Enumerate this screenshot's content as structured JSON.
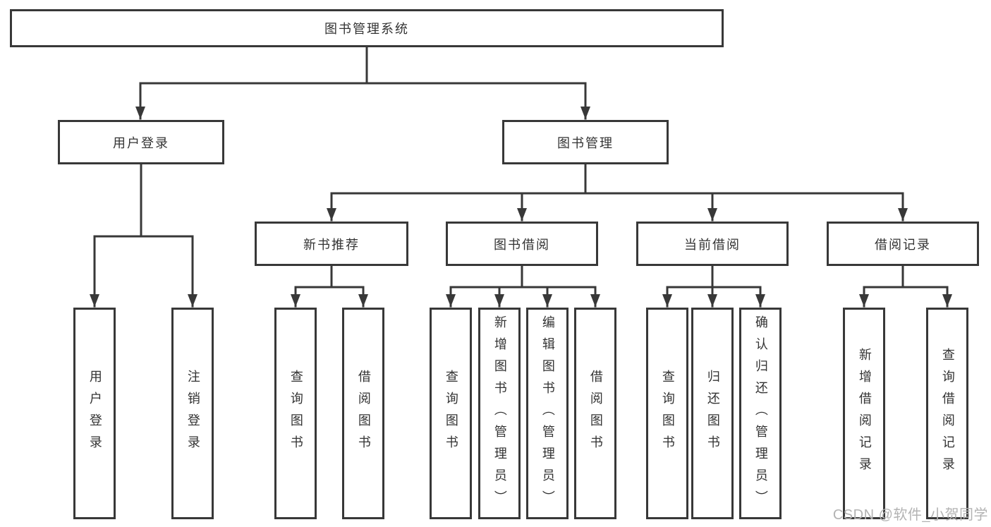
{
  "diagram_title": "图书管理系统",
  "nodes": {
    "root": {
      "label": "图书管理系统"
    },
    "user_login": {
      "label": "用户登录"
    },
    "book_mgmt": {
      "label": "图书管理"
    },
    "new_book_rec": {
      "label": "新书推荐"
    },
    "book_borrow": {
      "label": "图书借阅"
    },
    "current_borrow": {
      "label": "当前借阅"
    },
    "borrow_records": {
      "label": "借阅记录"
    },
    "user_login_leaf": {
      "label": "用户登录"
    },
    "logout_leaf": {
      "label": "注销登录"
    },
    "rec_search_book": {
      "label": "查询图书"
    },
    "rec_borrow_book": {
      "label": "借阅图书"
    },
    "bb_search_book": {
      "label": "查询图书"
    },
    "bb_add_book_admin": {
      "label": "新增图书（管理员）"
    },
    "bb_edit_book_admin": {
      "label": "编辑图书（管理员）"
    },
    "bb_borrow_book": {
      "label": "借阅图书"
    },
    "cb_search_book": {
      "label": "查询图书"
    },
    "cb_return_book": {
      "label": "归还图书"
    },
    "cb_confirm_return_admin": {
      "label": "确认归还（管理员）"
    },
    "br_add_record": {
      "label": "新增借阅记录"
    },
    "br_search_record": {
      "label": "查询借阅记录"
    }
  },
  "structure": {
    "root": [
      "user_login",
      "book_mgmt"
    ],
    "user_login": [
      "user_login_leaf",
      "logout_leaf"
    ],
    "book_mgmt": [
      "new_book_rec",
      "book_borrow",
      "current_borrow",
      "borrow_records"
    ],
    "new_book_rec": [
      "rec_search_book",
      "rec_borrow_book"
    ],
    "book_borrow": [
      "bb_search_book",
      "bb_add_book_admin",
      "bb_edit_book_admin",
      "bb_borrow_book"
    ],
    "current_borrow": [
      "cb_search_book",
      "cb_return_book",
      "cb_confirm_return_admin"
    ],
    "borrow_records": [
      "br_add_record",
      "br_search_record"
    ]
  },
  "colors": {
    "line": "#383838",
    "text": "#333333",
    "box_background": "#ffffff",
    "watermark": "#b3b3b3"
  },
  "watermark": {
    "text": "CSDN @软件_小贺同学"
  }
}
